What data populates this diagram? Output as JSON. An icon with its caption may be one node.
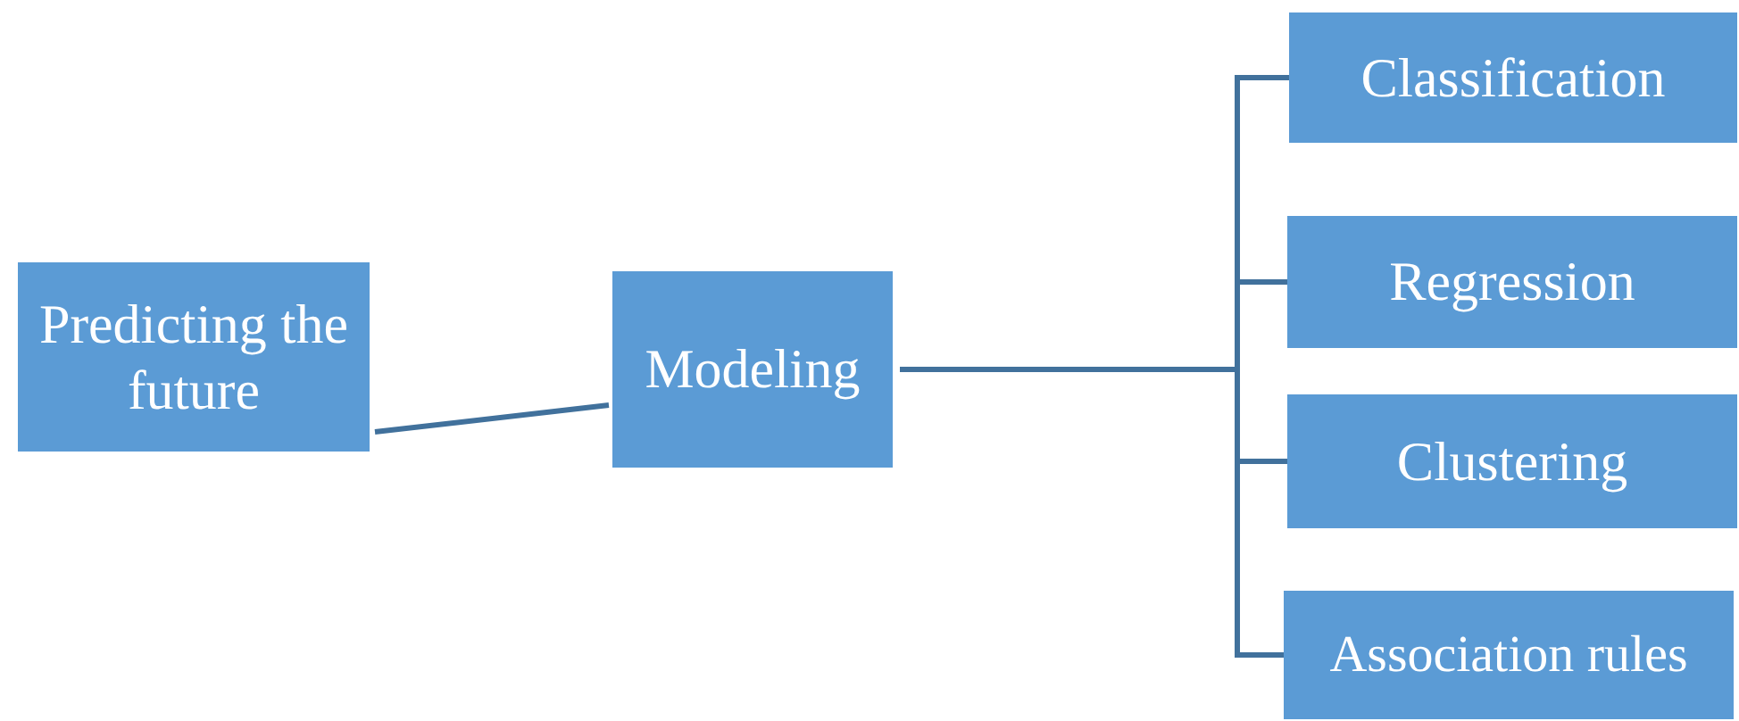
{
  "diagram": {
    "nodes": [
      {
        "text": [
          "Predicting the future"
        ]
      },
      {
        "text": [
          "Modeling"
        ]
      },
      {
        "text": [
          "Classification"
        ]
      },
      {
        "text": [
          "Regression"
        ]
      },
      {
        "text": [
          "Clustering"
        ]
      },
      {
        "text": [
          "Association rules"
        ]
      }
    ],
    "edges": [
      {
        "from": 0,
        "to": 1,
        "arrow": "none"
      },
      {
        "from": 1,
        "to": 2,
        "arrow": "none"
      },
      {
        "from": 1,
        "to": 3,
        "arrow": "none"
      },
      {
        "from": 1,
        "to": 4,
        "arrow": "none"
      },
      {
        "from": 1,
        "to": 5,
        "arrow": "none"
      }
    ]
  }
}
